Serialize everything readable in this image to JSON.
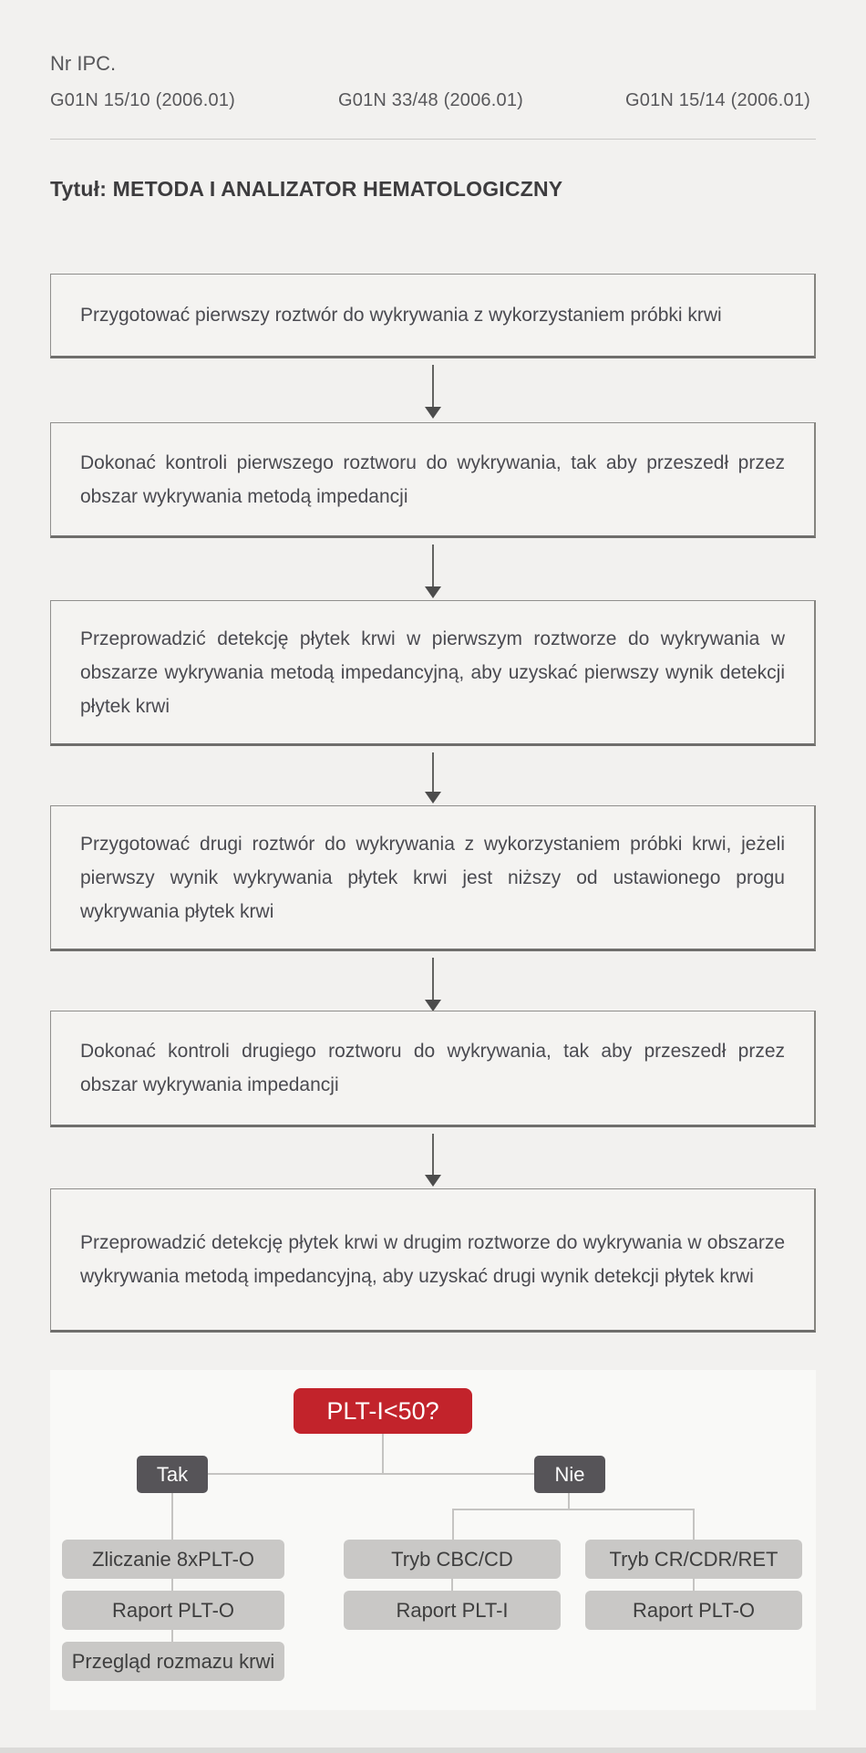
{
  "header": {
    "ipc_label": "Nr IPC.",
    "ipc_codes": [
      "G01N 15/10 (2006.01)",
      "G01N 33/48 (2006.01)",
      "G01N 15/14 (2006.01)"
    ],
    "title": "Tytuł: METODA I ANALIZATOR HEMATOLOGICZNY"
  },
  "flowchart": {
    "steps": [
      "Przygotować pierwszy roztwór do wykrywania z wykorzystaniem próbki krwi",
      "Dokonać kontroli pierwszego roztworu do wykrywania, tak aby przeszedł przez obszar wykrywania metodą impedancji",
      "Przeprowadzić detekcję płytek krwi w pierwszym roztworze do wykrywania w obszarze wykrywania metodą impedancyjną, aby uzyskać pierwszy wynik detekcji płytek krwi",
      "Przygotować drugi roztwór do wykrywania z wykorzystaniem próbki krwi, jeżeli pierwszy wynik wykrywania płytek krwi jest niższy od ustawionego progu wykrywania płytek krwi",
      "Dokonać kontroli drugiego roztworu do wykrywania, tak aby przeszedł przez obszar wykrywania impedancji",
      "Przeprowadzić detekcję płytek krwi w drugim roztworze do wykrywania w obszarze wykrywania metodą impedancyjną, aby uzyskać drugi wynik detekcji płytek krwi"
    ]
  },
  "decision_tree": {
    "root": "PLT-I<50?",
    "yes_label": "Tak",
    "no_label": "Nie",
    "yes_branch": [
      "Zliczanie 8xPLT-O",
      "Raport PLT-O",
      "Przegląd rozmazu krwi"
    ],
    "no_branch_left": [
      "Tryb CBC/CD",
      "Raport PLT-I"
    ],
    "no_branch_right": [
      "Tryb CR/CDR/RET",
      "Raport PLT-O"
    ]
  },
  "colors": {
    "accent_red": "#c2232b",
    "dark_node": "#565458",
    "light_node": "#c9c8c6",
    "page_background": "#f2f1ef"
  }
}
